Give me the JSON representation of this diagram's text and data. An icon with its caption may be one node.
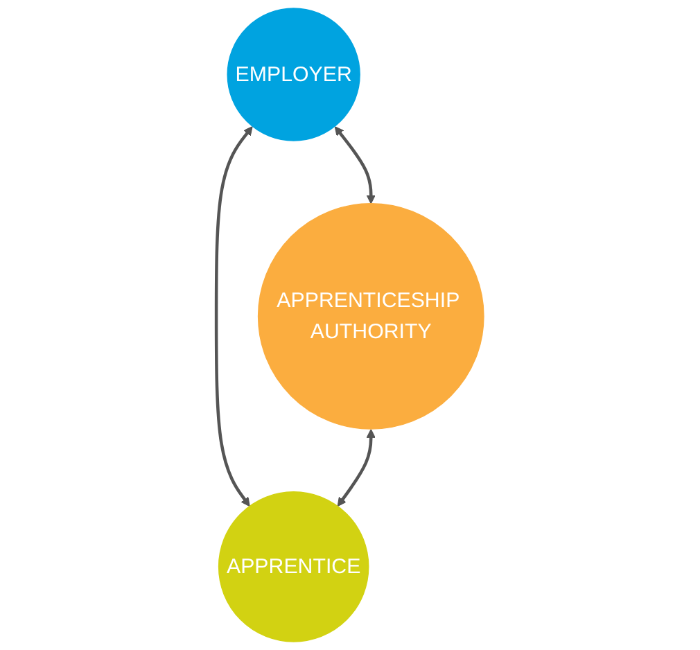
{
  "diagram": {
    "nodes": [
      {
        "text": [
          "EMPLOYER"
        ]
      },
      {
        "text": [
          "APPRENTICESHIP AUTHORITY"
        ]
      },
      {
        "text": [
          "APPRENTICE"
        ]
      }
    ],
    "edges": [
      {
        "from": 0,
        "to": 1,
        "arrow": "both"
      },
      {
        "from": 0,
        "to": 2,
        "arrow": "both"
      },
      {
        "from": 1,
        "to": 2,
        "arrow": "both"
      }
    ]
  }
}
